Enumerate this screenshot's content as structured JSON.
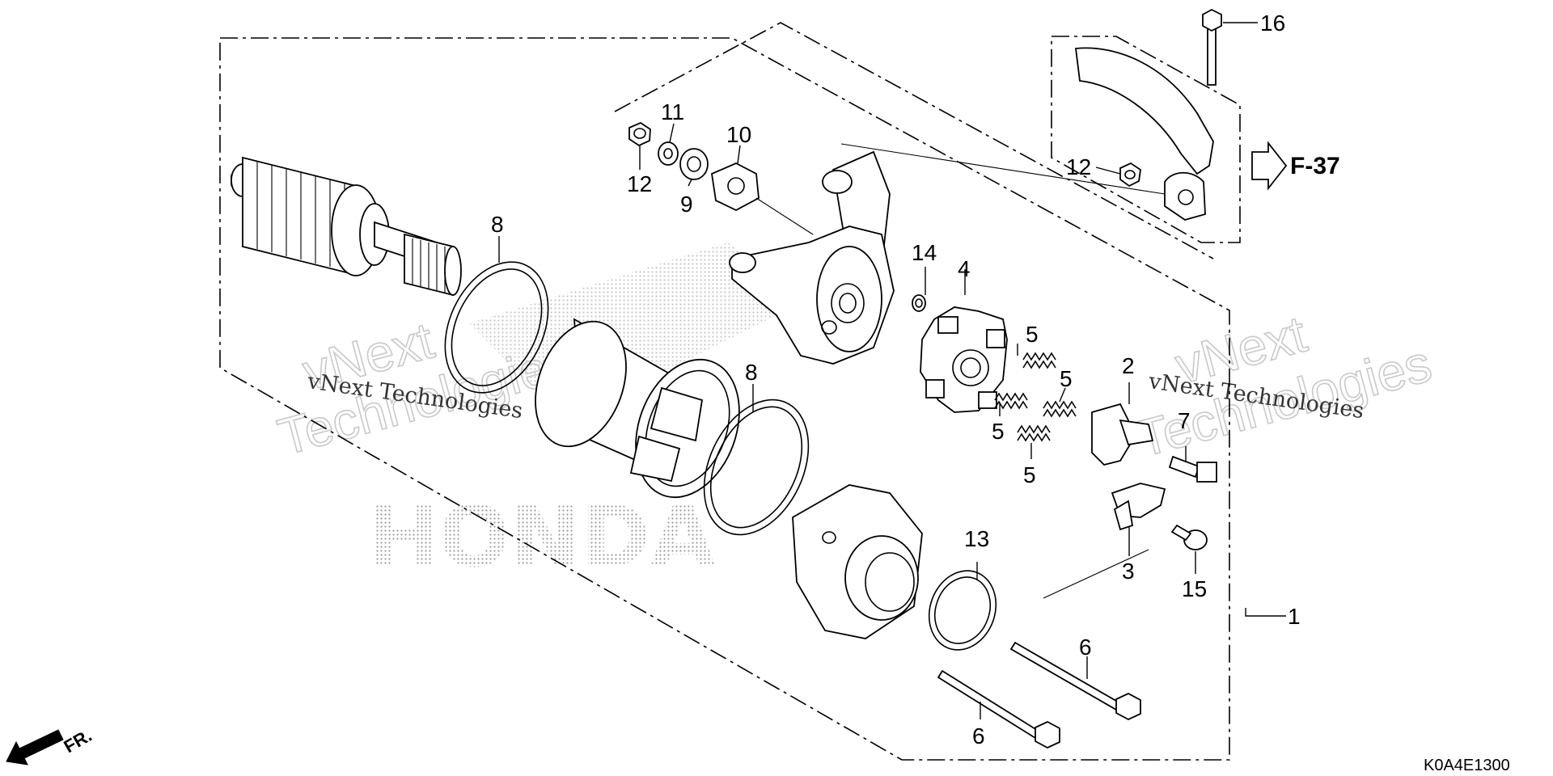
{
  "callouts": {
    "c1": "1",
    "c2": "2",
    "c3": "3",
    "c4": "4",
    "c5a": "5",
    "c5b": "5",
    "c5c": "5",
    "c5d": "5",
    "c6a": "6",
    "c6b": "6",
    "c7": "7",
    "c8a": "8",
    "c8b": "8",
    "c9": "9",
    "c10": "10",
    "c11": "11",
    "c12a": "12",
    "c12b": "12",
    "c13": "13",
    "c14": "14",
    "c15": "15",
    "c16": "16"
  },
  "reference": {
    "label": "F-37"
  },
  "front_indicator": {
    "label": "FR."
  },
  "diagram_code": "K0A4E1300",
  "watermark": {
    "line1": "vNext",
    "line2": "Technologies",
    "mono": "vNext Technologies",
    "logo": "HONDA"
  },
  "colors": {
    "line": "#000000",
    "watermark": "#c9c9c9",
    "background": "#ffffff"
  }
}
